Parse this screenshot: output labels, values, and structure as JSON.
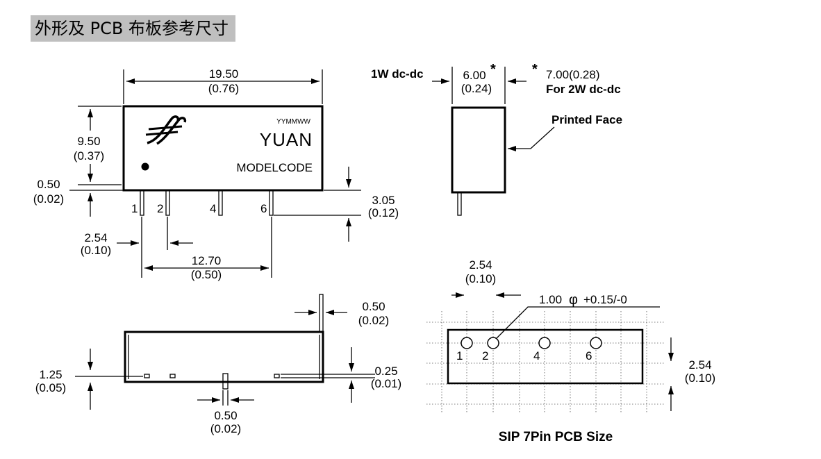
{
  "title": "外形及 PCB 布板参考尺寸",
  "front_view": {
    "width_mm": "19.50",
    "width_in": "(0.76)",
    "height_mm": "9.50",
    "height_in": "(0.37)",
    "standoff_mm": "0.50",
    "standoff_in": "(0.02)",
    "pin_len_mm": "3.05",
    "pin_len_in": "(0.12)",
    "pitch_mm": "2.54",
    "pitch_in": "(0.10)",
    "span_mm": "12.70",
    "span_in": "(0.50)",
    "date_code": "YYMMWW",
    "brand": "YUAN",
    "model": "MODELCODE",
    "pins": [
      "1",
      "2",
      "4",
      "6"
    ]
  },
  "side_view": {
    "label_1w": "1W dc-dc",
    "thick_mm": "6.00",
    "thick_in": "(0.24)",
    "star": "*",
    "alt_thick": "7.00(0.28)",
    "alt_label": "For 2W dc-dc",
    "printed_face": "Printed Face"
  },
  "bottom_view": {
    "pin_thick_mm": "0.50",
    "pin_thick_in": "(0.02)",
    "offset_mm": "1.25",
    "offset_in": "(0.05)",
    "pin_w_mm": "0.25",
    "pin_w_in": "(0.01)",
    "pin_d_mm": "0.50",
    "pin_d_in": "(0.02)"
  },
  "pcb_layout": {
    "pitch_mm": "2.54",
    "pitch_in": "(0.10)",
    "hole_dia": "1.00",
    "phi": "φ",
    "tolerance": "+0.15/-0",
    "row_mm": "2.54",
    "row_in": "(0.10)",
    "pins": [
      "1",
      "2",
      "4",
      "6"
    ],
    "caption": "SIP 7Pin  PCB Size"
  }
}
